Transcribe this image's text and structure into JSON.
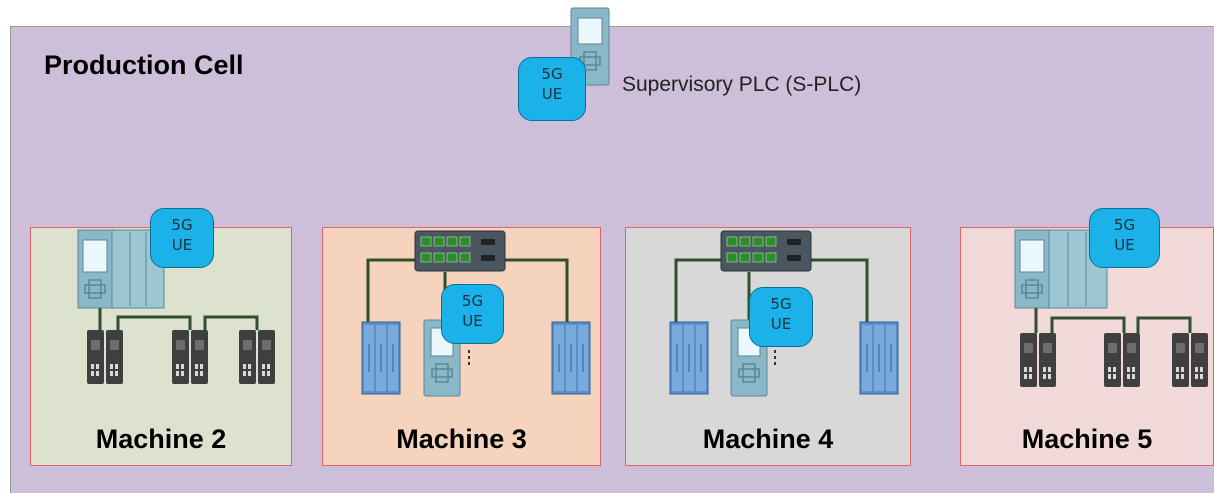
{
  "diagram": {
    "cell_title": "Production Cell",
    "supervisory_plc_label": "Supervisory PLC (S-PLC)",
    "ue_line1": "5G",
    "ue_line2": "UE",
    "machines": [
      {
        "label": "Machine 2",
        "fill": "#dde2cf"
      },
      {
        "label": "Machine 3",
        "fill": "#f6d3bd"
      },
      {
        "label": "Machine 4",
        "fill": "#d8d8d8"
      },
      {
        "label": "Machine 5",
        "fill": "#f1d9d9"
      }
    ],
    "colors": {
      "cell_background": "#cdbfd9",
      "machine_border": "#e06666",
      "ue_fill": "#1ab2e8",
      "network_link": "#2f4f2f",
      "plc_body": "#8bb8c8",
      "io_module": "#5b8fc9",
      "drive_dark": "#3f3f3f"
    },
    "icons": [
      "plc-icon",
      "network-switch-icon",
      "io-module-icon",
      "drive-icon",
      "5g-ue-icon"
    ]
  }
}
